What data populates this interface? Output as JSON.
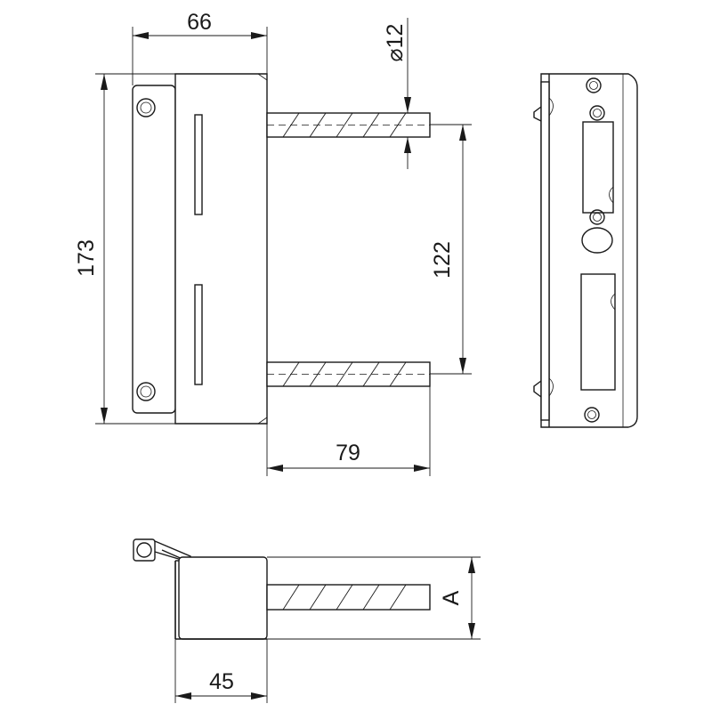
{
  "dimensions": {
    "width_top": "66",
    "diameter_symbol": "⌀",
    "diameter_value": "12",
    "height_total": "173",
    "pin_spacing": "122",
    "pin_length": "79",
    "side_height": "A",
    "depth": "45"
  }
}
